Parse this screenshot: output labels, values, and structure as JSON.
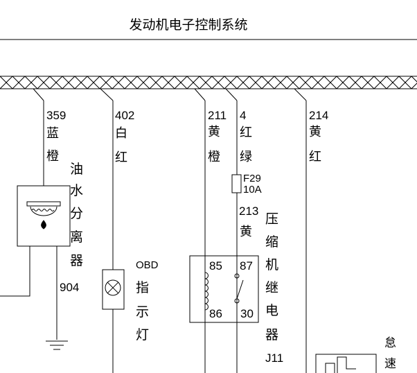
{
  "header": {
    "title": "发动机电子控制系统"
  },
  "wires": {
    "w359": {
      "number": "359",
      "color1": "蓝",
      "color2": "橙"
    },
    "w402": {
      "number": "402",
      "color1": "白",
      "color2": "红"
    },
    "w211": {
      "number": "211",
      "color1": "黄",
      "color2": "橙"
    },
    "w4": {
      "number": "4",
      "color1": "红",
      "color2": "绿"
    },
    "w214": {
      "number": "214",
      "color1": "黄",
      "color2": "红"
    },
    "w213": {
      "number": "213",
      "color1": "黄"
    },
    "w904": {
      "number": "904"
    }
  },
  "components": {
    "oil_water_separator": {
      "chars": [
        "油",
        "水",
        "分",
        "离",
        "器"
      ]
    },
    "obd_lamp": {
      "code": "OBD",
      "chars": [
        "指",
        "示",
        "灯"
      ]
    },
    "fuse": {
      "id": "F29",
      "rating": "10A"
    },
    "relay": {
      "chars": [
        "压",
        "缩",
        "机",
        "继",
        "电",
        "器"
      ],
      "code": "J11",
      "pins": {
        "p85": "85",
        "p86": "86",
        "p87": "87",
        "p30": "30"
      }
    },
    "idle_label": {
      "chars": [
        "怠",
        "速"
      ]
    }
  }
}
